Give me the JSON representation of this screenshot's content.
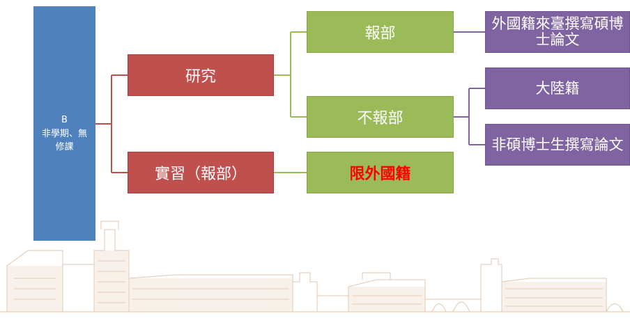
{
  "root": {
    "code": "B",
    "desc": "非學期、無修課"
  },
  "level1": {
    "research": "研究",
    "internship": "實習（報部）"
  },
  "level2": {
    "report": "報部",
    "no_report": "不報部",
    "foreign_only": "限外國籍"
  },
  "level3": {
    "foreign_thesis": "外國籍來臺撰寫碩博士論文",
    "mainland": "大陸籍",
    "non_degree_thesis": "非碩博士生撰寫論文"
  },
  "colors": {
    "root": "#4f81bd",
    "level1": "#c0504d",
    "level2": "#9bbb59",
    "level3": "#8064a2",
    "highlight_text": "#ff0000"
  }
}
